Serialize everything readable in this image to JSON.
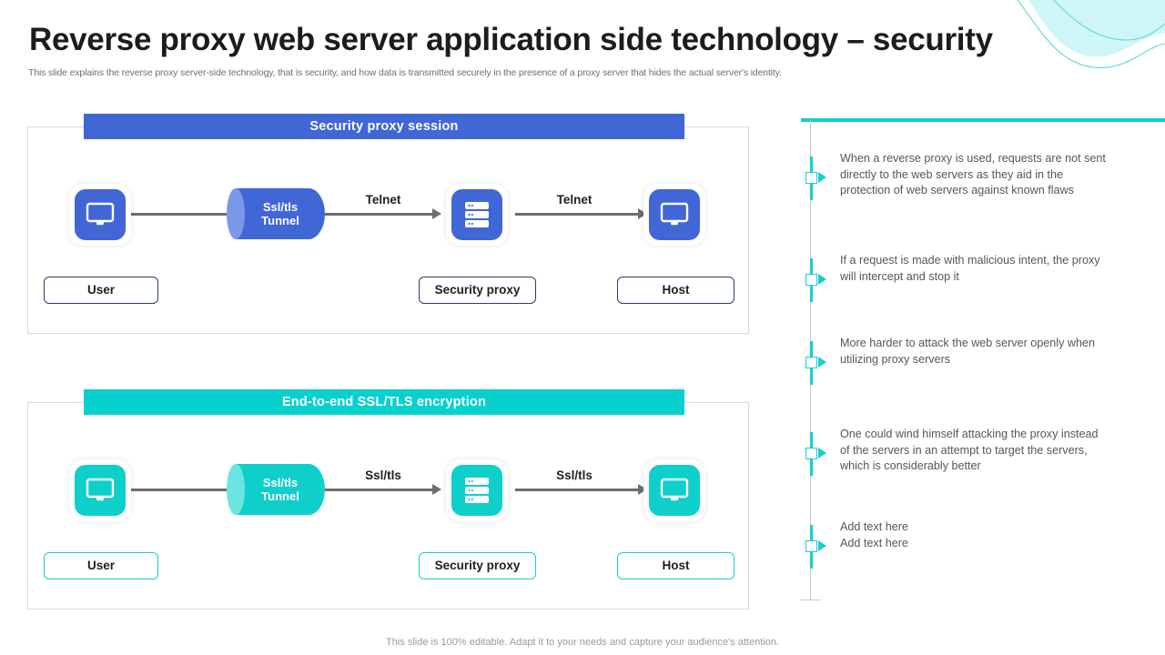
{
  "header": {
    "title": "Reverse proxy web server application side technology – security",
    "subtitle": "This slide explains the reverse proxy server-side technology, that is security, and how data is transmitted securely in the presence of a proxy server that hides the actual server's identity."
  },
  "colors": {
    "blue": "#4166D5",
    "teal": "#08D1CD",
    "tunnel_blue_cap": "#7C97E8",
    "tunnel_teal_cap": "#6CE4E2",
    "line_gray": "#6D6D6D",
    "deco_cyan": "#CFF6F6"
  },
  "panels": [
    {
      "header": "Security proxy session",
      "accent": "#4166D5",
      "tunnel": {
        "line1": "Ssl/tls",
        "line2": "Tunnel"
      },
      "connector_labels": [
        "Telnet",
        "Telnet"
      ],
      "nodes": [
        {
          "label": "User",
          "icon": "monitor-icon"
        },
        {
          "label": "Security proxy",
          "icon": "server-icon"
        },
        {
          "label": "Host",
          "icon": "monitor-icon"
        }
      ]
    },
    {
      "header": "End-to-end SSL/TLS encryption",
      "accent": "#08D1CD",
      "tunnel": {
        "line1": "Ssl/tls",
        "line2": "Tunnel"
      },
      "connector_labels": [
        "Ssl/tls",
        "Ssl/tls"
      ],
      "nodes": [
        {
          "label": "User",
          "icon": "monitor-icon"
        },
        {
          "label": "Security proxy",
          "icon": "server-icon"
        },
        {
          "label": "Host",
          "icon": "monitor-icon"
        }
      ]
    }
  ],
  "timeline": {
    "bullets": [
      {
        "text": "When a reverse proxy is used, requests are not sent directly to the web servers as they aid in the protection of web servers against known flaws"
      },
      {
        "text": "If a request is made with malicious intent, the proxy will intercept and stop it"
      },
      {
        "text": "More harder to attack the web server openly when utilizing proxy servers"
      },
      {
        "text": "One could wind himself attacking the proxy instead of the servers in an attempt to target the servers, which is considerably better"
      },
      {
        "text": "Add text here\nAdd text here"
      }
    ]
  },
  "footer": {
    "note": "This slide is 100% editable. Adapt it to your needs and capture your audience's attention."
  }
}
